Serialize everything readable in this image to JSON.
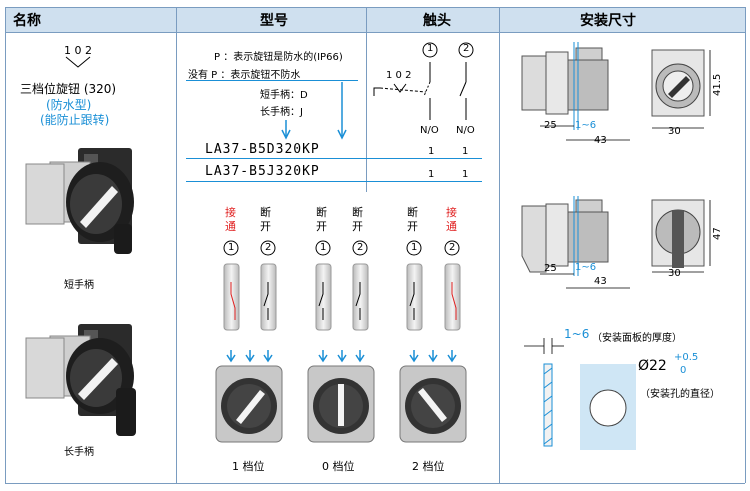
{
  "headers": {
    "name": "名称",
    "model": "型号",
    "contacts": "触头",
    "dims": "安装尺寸"
  },
  "left": {
    "positions": "1 0 2",
    "title": "三档位旋钮 (320)",
    "sub1": "(防水型)",
    "sub2": "(能防止跟转)",
    "short_caption": "短手柄",
    "long_caption": "长手柄"
  },
  "model": {
    "p_line1": "P ：表示旋钮是防水的(IP66)",
    "p_line2": "没有 P ：表示旋钮不防水",
    "handle_short": "短手柄：D",
    "handle_long": "长手柄：J",
    "codes": [
      {
        "code": "LA37-B5D320KP",
        "c1": "1",
        "c2": "1"
      },
      {
        "code": "LA37-B5J320KP",
        "c1": "1",
        "c2": "1"
      }
    ],
    "pos_labels": [
      "1 档位",
      "0 档位",
      "2 档位"
    ],
    "states": [
      {
        "a": "接通",
        "b": "断开",
        "a_red": true,
        "b_red": false
      },
      {
        "a": "断开",
        "b": "断开",
        "a_red": false,
        "b_red": false
      },
      {
        "a": "断开",
        "b": "接通",
        "a_red": false,
        "b_red": true
      }
    ],
    "circle1": "1",
    "circle2": "2"
  },
  "contacts": {
    "positions": "1 0 2",
    "circle1": "1",
    "circle2": "2",
    "no1": "N/O",
    "no2": "N/O"
  },
  "dims": {
    "d25a": "25",
    "d16a": "1~6",
    "d43a": "43",
    "d30a": "30",
    "d415": "41.5",
    "d25b": "25",
    "d16b": "1~6",
    "d43b": "43",
    "d30b": "30",
    "d47": "47",
    "panel_range": "1~6",
    "panel_note": "（安装面板的厚度）",
    "hole_dia": "Ø22",
    "hole_tol_up": "+0.5",
    "hole_tol_dn": "0",
    "hole_note": "（安装孔的直径）"
  },
  "colors": {
    "header_bg": "#cfe0ef",
    "accent": "#1a8fd6",
    "on_red": "#e02020"
  }
}
